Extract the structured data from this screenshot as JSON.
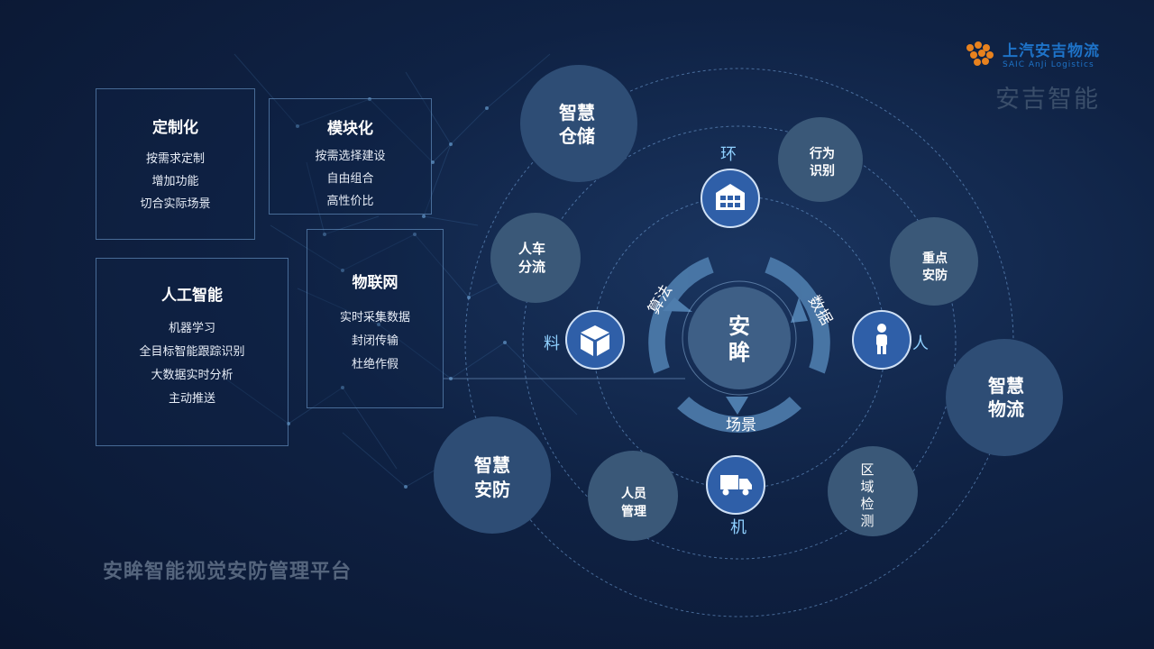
{
  "logo": {
    "cn": "上汽安吉物流",
    "en": "SAIC AnJi Logistics"
  },
  "brand": "安吉智能",
  "footer_title": "安眸智能视觉安防管理平台",
  "boxes": [
    {
      "title": "定制化",
      "items": [
        "按需求定制",
        "增加功能",
        "切合实际场景"
      ]
    },
    {
      "title": "模块化",
      "items": [
        "按需选择建设",
        "自由组合",
        "高性价比"
      ]
    },
    {
      "title": "人工智能",
      "items": [
        "机器学习",
        "全目标智能跟踪识别",
        "大数据实时分析",
        "主动推送"
      ]
    },
    {
      "title": "物联网",
      "items": [
        "实时采集数据",
        "封闭传输",
        "杜绝作假"
      ]
    }
  ],
  "center": {
    "line1": "安",
    "line2": "眸"
  },
  "ring_labels": {
    "algorithm": "算法",
    "data": "数据",
    "scene": "场景"
  },
  "element_labels": {
    "env": "环",
    "material": "料",
    "person": "人",
    "machine": "机"
  },
  "big_circles": {
    "storage": [
      "智慧",
      "仓储"
    ],
    "logistics": [
      "智慧",
      "物流"
    ],
    "security": [
      "智慧",
      "安防"
    ]
  },
  "small_circles": {
    "behavior": [
      "行为",
      "识别"
    ],
    "keypoint": [
      "重点",
      "安防"
    ],
    "separation": [
      "人车",
      "分流"
    ],
    "personnel": [
      "人员",
      "管理"
    ],
    "region": [
      "区",
      "域",
      "检",
      "测"
    ]
  },
  "colors": {
    "accent_blue": "#2f5fa8",
    "circle_fill": "#2e4d75",
    "ring_fill": "#4e7dad",
    "logo_orange": "#e8821e"
  }
}
